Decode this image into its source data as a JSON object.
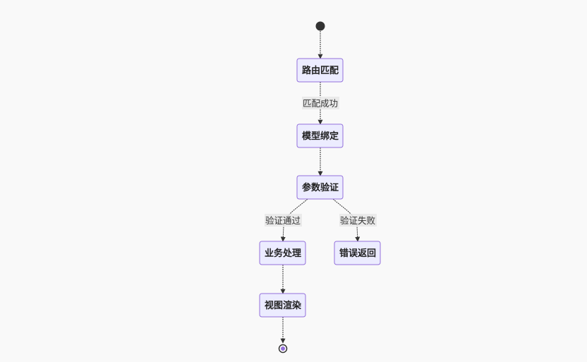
{
  "diagram": {
    "type": "state-diagram",
    "states": {
      "route_match": "路由匹配",
      "model_bind": "模型绑定",
      "param_validate": "参数验证",
      "business": "业务处理",
      "error_return": "错误返回",
      "view_render": "视图渲染"
    },
    "transitions": {
      "match_success": "匹配成功",
      "validate_pass": "验证通过",
      "validate_fail": "验证失败"
    },
    "colors": {
      "node_fill": "#ECECFF",
      "node_stroke": "#9370DB",
      "edge": "#333333",
      "start": "#333333",
      "end_inner": "#9370DB"
    }
  }
}
